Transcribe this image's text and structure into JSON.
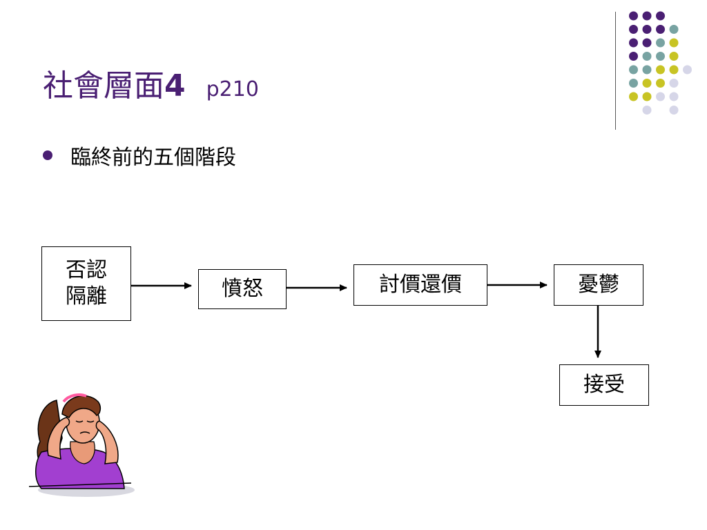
{
  "slide": {
    "title": "社會層面",
    "title_number": "4",
    "page_ref": "p210",
    "bullet": "臨終前的五個階段"
  },
  "flow": {
    "stage1_line1": "否認",
    "stage1_line2": "隔離",
    "stage2": "憤怒",
    "stage3": "討價還價",
    "stage4": "憂鬱",
    "stage5": "接受"
  },
  "colors": {
    "purple": "#4a1f73",
    "teal": "#78a3a2",
    "olive": "#c8c424",
    "lavender": "#d6d6e8"
  },
  "icons": {
    "clipart": "stressed-woman-icon"
  }
}
